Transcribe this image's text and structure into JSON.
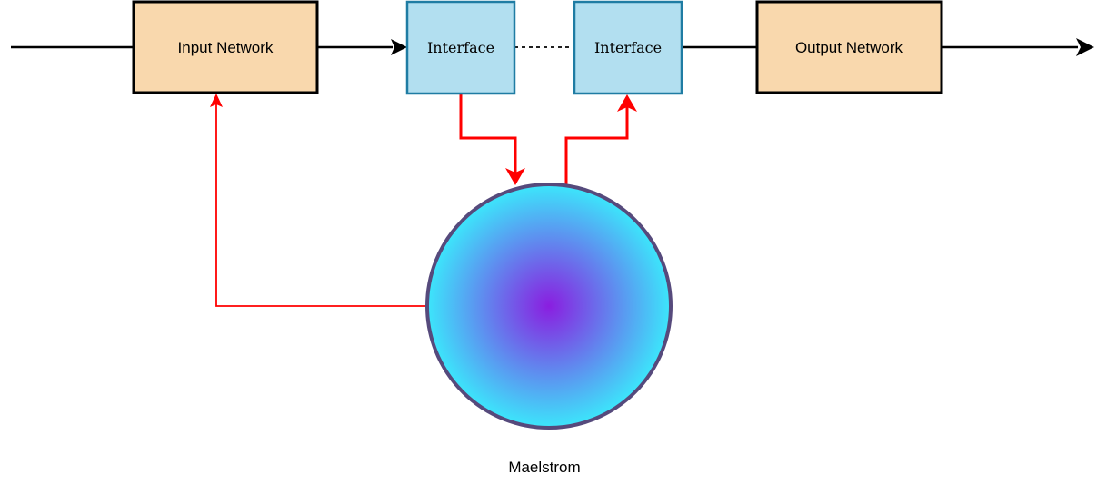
{
  "colors": {
    "network_fill": "#f9d8ad",
    "network_stroke": "#000000",
    "interface_fill": "#b2dff0",
    "interface_stroke": "#1f7ca3",
    "feedback_line": "#ff0000",
    "maelstrom_center": "#8a1ee0",
    "maelstrom_edge": "#3ce6fb",
    "maelstrom_stroke": "#564a7c"
  },
  "nodes": {
    "input_network": "Input Network",
    "interface_left": "Interface",
    "interface_right": "Interface",
    "output_network": "Output Network",
    "maelstrom": "Maelstrom"
  },
  "connectors": {
    "interface_link": "dashed",
    "flow_direction": "left-to-right",
    "feedback": "red"
  }
}
